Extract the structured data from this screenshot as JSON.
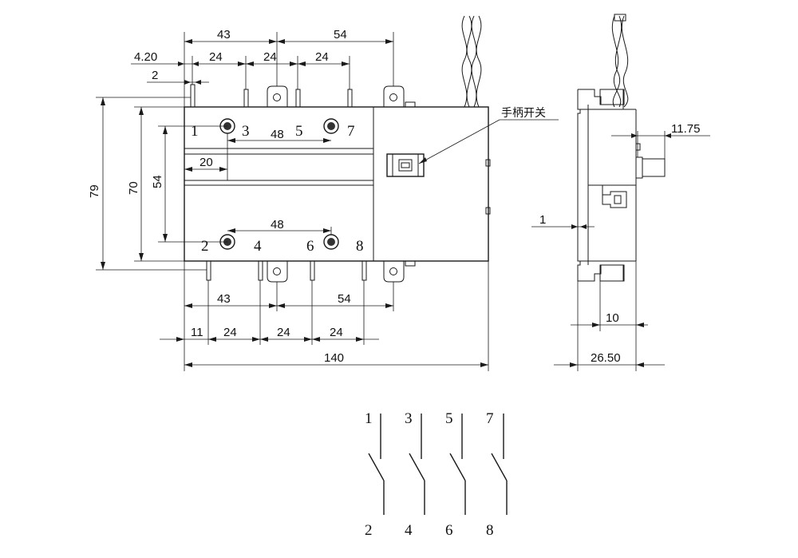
{
  "dimensions": {
    "top_43": "43",
    "top_54": "54",
    "off_4_20": "4.20",
    "off_2": "2",
    "pitch_24_a": "24",
    "pitch_24_b": "24",
    "pitch_24_c": "24",
    "h_79": "79",
    "h_70": "70",
    "h_54": "54",
    "inner_48_top": "48",
    "off_20": "20",
    "inner_48_bottom": "48",
    "bot_43": "43",
    "bot_54": "54",
    "bot_11": "11",
    "bot_24_a": "24",
    "bot_24_b": "24",
    "bot_24_c": "24",
    "total_140": "140",
    "side_11_75": "11.75",
    "side_1": "1",
    "side_10": "10",
    "side_26_50": "26.50"
  },
  "labels": {
    "handle_switch": "手柄开关"
  },
  "terminals_front": {
    "t1": "1",
    "t3": "3",
    "t5": "5",
    "t7": "7",
    "t2": "2",
    "t4": "4",
    "t6": "6",
    "t8": "8"
  },
  "schematic": {
    "top": [
      "1",
      "3",
      "5",
      "7"
    ],
    "bottom": [
      "2",
      "4",
      "6",
      "8"
    ]
  }
}
